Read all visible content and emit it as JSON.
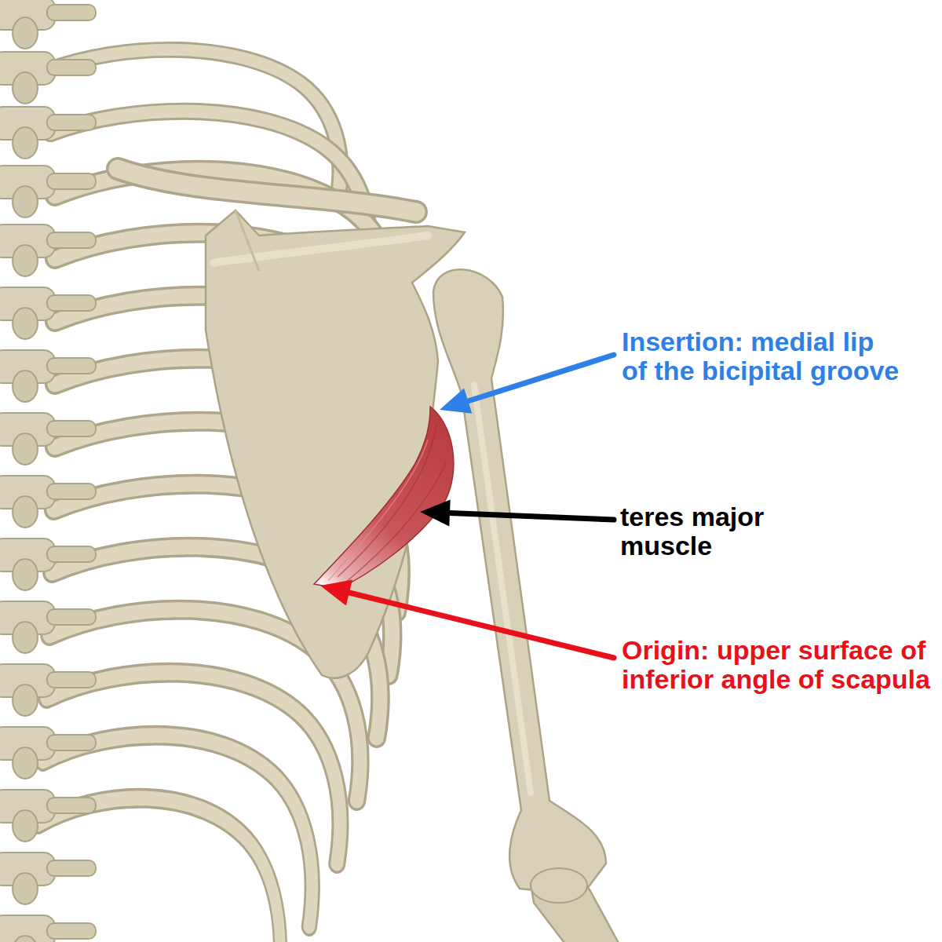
{
  "diagram": {
    "labels": [
      "Insertion: medial lip of the bicipital groove",
      "teres major muscle",
      "Origin: upper surface of inferior angle of scapula"
    ]
  }
}
